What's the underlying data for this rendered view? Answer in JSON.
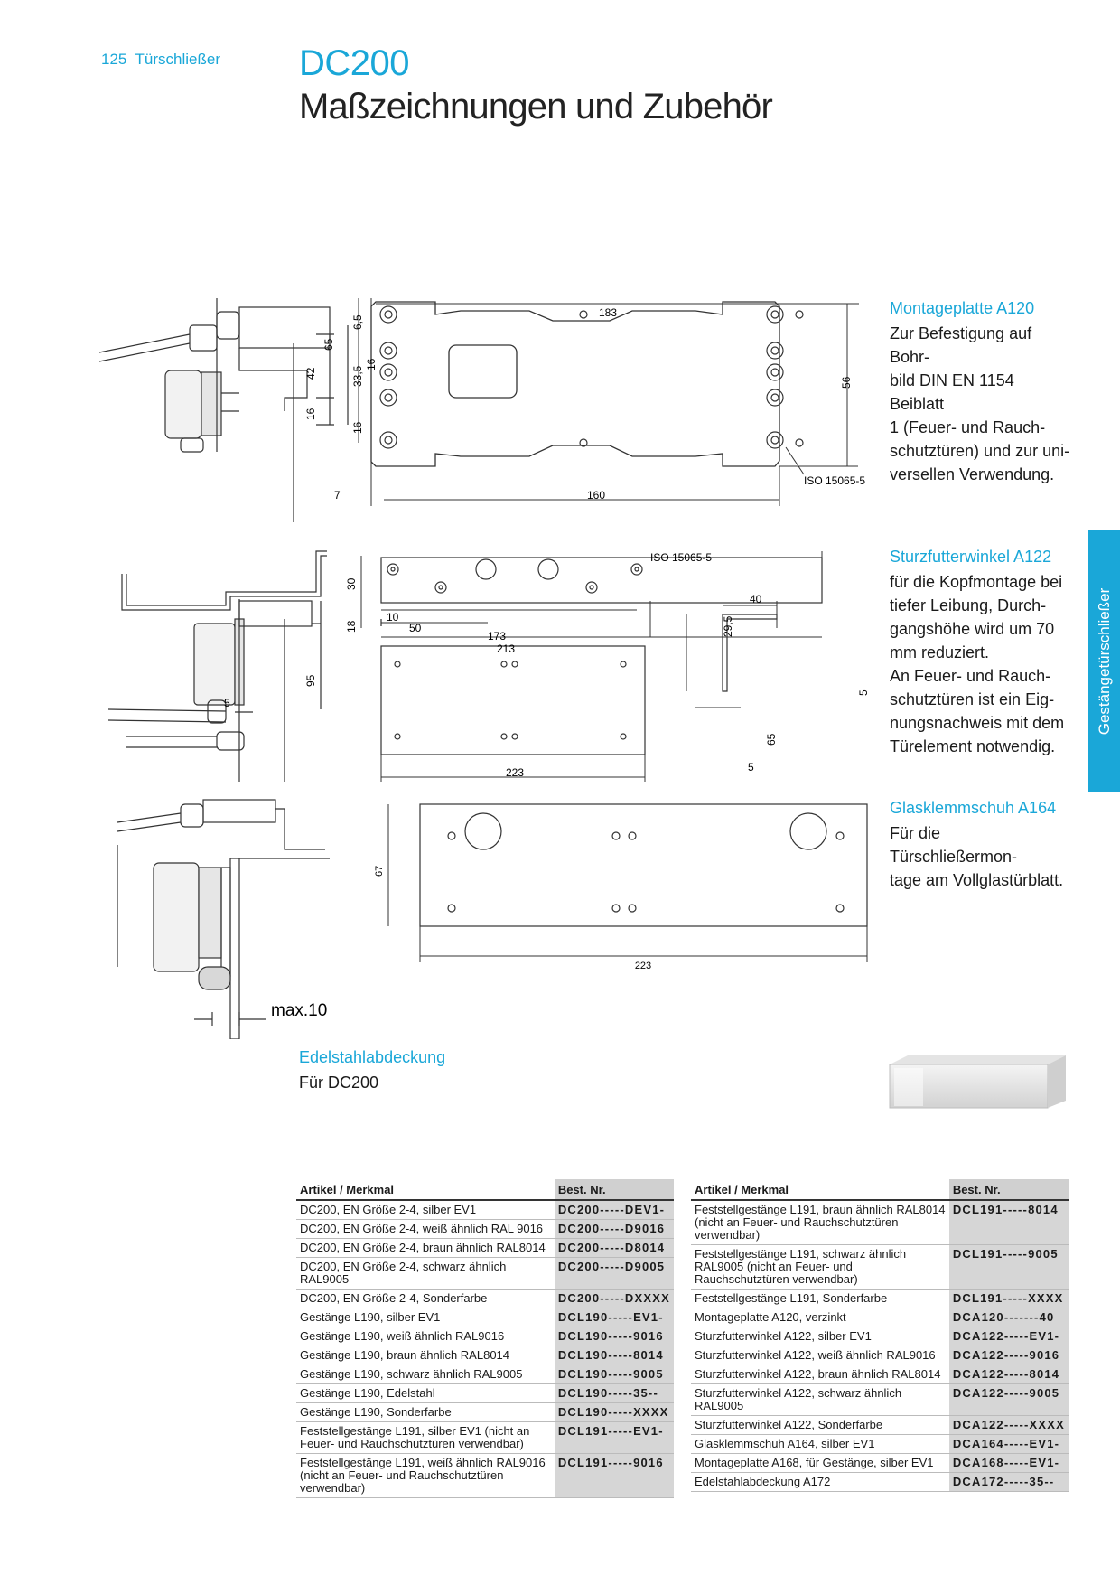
{
  "header": {
    "page_number": "125",
    "section": "Türschließer",
    "brand": "DC200",
    "title": "Maßzeichnungen und Zubehör"
  },
  "side_tab": "Gestängetürschließer",
  "products": [
    {
      "title": "Montageplatte A120",
      "lines": [
        "Zur Befestigung auf Bohr-",
        "bild DIN EN 1154 Beiblatt",
        "1 (Feuer- und Rauch-",
        "schutztüren) und zur uni-",
        "versellen Verwendung."
      ]
    },
    {
      "title": "Sturzfutterwinkel A122",
      "lines": [
        "für die Kopfmontage bei",
        "tiefer Leibung, Durch-",
        "gangshöhe wird um 70",
        "mm reduziert.",
        "An Feuer- und Rauch-",
        "schutztüren ist ein Eig-",
        "nungsnachweis mit dem",
        "Türelement notwendig."
      ]
    },
    {
      "title": "Glasklemmschuh A164",
      "lines": [
        "Für die Türschließermon-",
        "tage am Vollglastürblatt."
      ]
    },
    {
      "title": "Edelstahlabdeckung",
      "lines": [
        "Für DC200"
      ]
    }
  ],
  "drawing_labels": {
    "d1_183": "183",
    "d1_6_5": "6,5",
    "d1_33_5": "33,5",
    "d1_16a": "16",
    "d1_16b": "16",
    "d1_56": "56",
    "d1_7": "7",
    "d1_160": "160",
    "d1_iso": "ISO 15065-5",
    "d1_65": "65",
    "d1_42": "42",
    "d1_16c": "16",
    "d2_iso": "ISO 15065-5",
    "d2_30": "30",
    "d2_18": "18",
    "d2_10": "10",
    "d2_50": "50",
    "d2_173": "173",
    "d2_213": "213",
    "d2_29_5": "29,5",
    "d2_40": "40",
    "d2_5a": "5",
    "d2_65": "65",
    "d2_5b": "5",
    "d2_223": "223",
    "d2_95": "95",
    "d2_5c": "5",
    "d3_67": "67",
    "d3_223": "223",
    "d3_max10": "max.10"
  },
  "table_left": {
    "headers": [
      "Artikel / Merkmal",
      "Best. Nr."
    ],
    "rows": [
      [
        "DC200, EN Größe 2-4, silber EV1",
        "DC200-----DEV1-"
      ],
      [
        "DC200, EN Größe 2-4, weiß ähnlich RAL 9016",
        "DC200-----D9016"
      ],
      [
        "DC200, EN Größe 2-4, braun ähnlich RAL8014",
        "DC200-----D8014"
      ],
      [
        "DC200, EN Größe 2-4, schwarz ähnlich RAL9005",
        "DC200-----D9005"
      ],
      [
        "DC200, EN Größe 2-4, Sonderfarbe",
        "DC200-----DXXXX"
      ],
      [
        "Gestänge L190, silber EV1",
        "DCL190-----EV1-"
      ],
      [
        "Gestänge L190, weiß ähnlich RAL9016",
        "DCL190-----9016"
      ],
      [
        "Gestänge L190, braun ähnlich RAL8014",
        "DCL190-----8014"
      ],
      [
        "Gestänge L190, schwarz ähnlich RAL9005",
        "DCL190-----9005"
      ],
      [
        "Gestänge L190, Edelstahl",
        "DCL190-----35--"
      ],
      [
        "Gestänge L190, Sonderfarbe",
        "DCL190-----XXXX"
      ],
      [
        "Feststellgestänge L191, silber EV1 (nicht an Feuer- und Rauchschutztüren verwendbar)",
        "DCL191-----EV1-"
      ],
      [
        "Feststellgestänge L191, weiß ähnlich RAL9016 (nicht an Feuer- und Rauchschutztüren verwendbar)",
        "DCL191-----9016"
      ]
    ]
  },
  "table_right": {
    "headers": [
      "Artikel / Merkmal",
      "Best. Nr."
    ],
    "rows": [
      [
        "Feststellgestänge L191, braun ähnlich RAL8014 (nicht an Feuer- und Rauchschutztüren verwendbar)",
        "DCL191-----8014"
      ],
      [
        "Feststellgestänge L191, schwarz ähnlich RAL9005 (nicht an Feuer- und Rauchschutztüren verwendbar)",
        "DCL191-----9005"
      ],
      [
        "Feststellgestänge L191, Sonderfarbe",
        "DCL191-----XXXX"
      ],
      [
        "Montageplatte A120, verzinkt",
        "DCA120-------40"
      ],
      [
        "Sturzfutterwinkel A122, silber EV1",
        "DCA122-----EV1-"
      ],
      [
        "Sturzfutterwinkel A122, weiß ähnlich RAL9016",
        "DCA122-----9016"
      ],
      [
        "Sturzfutterwinkel A122, braun ähnlich RAL8014",
        "DCA122-----8014"
      ],
      [
        "Sturzfutterwinkel A122, schwarz ähnlich RAL9005",
        "DCA122-----9005"
      ],
      [
        "Sturzfutterwinkel A122, Sonderfarbe",
        "DCA122-----XXXX"
      ],
      [
        "Glasklemmschuh A164, silber EV1",
        "DCA164-----EV1-"
      ],
      [
        "Montageplatte A168, für Gestänge, silber EV1",
        "DCA168-----EV1-"
      ],
      [
        "Edelstahlabdeckung A172",
        "DCA172-----35--"
      ]
    ]
  }
}
